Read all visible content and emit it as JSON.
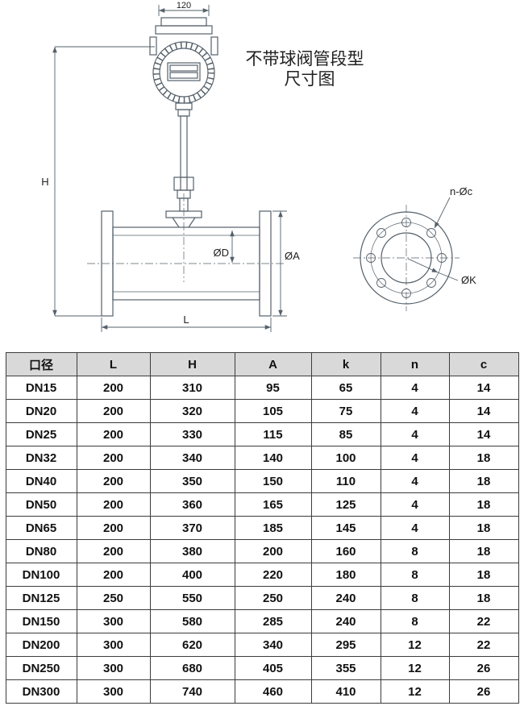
{
  "title": {
    "line1": "不带球阀管段型",
    "line2": "尺寸图"
  },
  "drawing": {
    "dim_top": "120",
    "dim_height": "H",
    "dim_inner": "ØD",
    "dim_outer": "ØA",
    "dim_length": "L",
    "flange_holes": "n-Øc",
    "flange_circle": "ØK"
  },
  "table": {
    "headers": [
      "口径",
      "L",
      "H",
      "A",
      "k",
      "n",
      "c"
    ],
    "rows": [
      [
        "DN15",
        "200",
        "310",
        "95",
        "65",
        "4",
        "14"
      ],
      [
        "DN20",
        "200",
        "320",
        "105",
        "75",
        "4",
        "14"
      ],
      [
        "DN25",
        "200",
        "330",
        "115",
        "85",
        "4",
        "14"
      ],
      [
        "DN32",
        "200",
        "340",
        "140",
        "100",
        "4",
        "18"
      ],
      [
        "DN40",
        "200",
        "350",
        "150",
        "110",
        "4",
        "18"
      ],
      [
        "DN50",
        "200",
        "360",
        "165",
        "125",
        "4",
        "18"
      ],
      [
        "DN65",
        "200",
        "370",
        "185",
        "145",
        "4",
        "18"
      ],
      [
        "DN80",
        "200",
        "380",
        "200",
        "160",
        "8",
        "18"
      ],
      [
        "DN100",
        "200",
        "400",
        "220",
        "180",
        "8",
        "18"
      ],
      [
        "DN125",
        "250",
        "550",
        "250",
        "240",
        "8",
        "18"
      ],
      [
        "DN150",
        "300",
        "580",
        "285",
        "240",
        "8",
        "22"
      ],
      [
        "DN200",
        "300",
        "620",
        "340",
        "295",
        "12",
        "22"
      ],
      [
        "DN250",
        "300",
        "680",
        "405",
        "355",
        "12",
        "26"
      ],
      [
        "DN300",
        "300",
        "740",
        "460",
        "410",
        "12",
        "26"
      ]
    ]
  }
}
